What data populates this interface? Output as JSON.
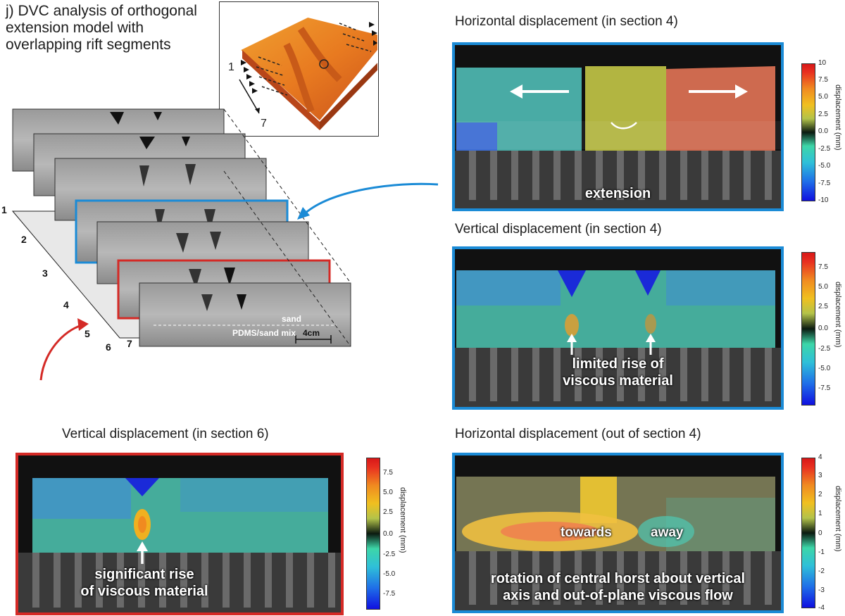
{
  "title": "j) DVC analysis of orthogonal extension model with overlapping rift segments",
  "inset": {
    "label_start": "1",
    "label_end": "7"
  },
  "block": {
    "section_numbers": [
      "1",
      "2",
      "3",
      "4",
      "5",
      "6",
      "7"
    ],
    "sand_label": "sand",
    "mix_label": "PDMS/sand mix",
    "scale_label": "4cm"
  },
  "panels": {
    "h_in4": {
      "title": "Horizontal displacement (in section 4)",
      "overlay": "extension",
      "colorbar": {
        "unit": "displacement (mm)",
        "ticks": [
          "10",
          "7.5",
          "5.0",
          "2.5",
          "0.0",
          "-2.5",
          "-5.0",
          "-7.5",
          "-10"
        ]
      }
    },
    "v_in4": {
      "title": "Vertical displacement (in section 4)",
      "overlay_line1": "limited rise of",
      "overlay_line2": "viscous material",
      "colorbar": {
        "unit": "displacement (mm)",
        "ticks": [
          "7.5",
          "5.0",
          "2.5",
          "0.0",
          "-2.5",
          "-5.0",
          "-7.5"
        ]
      }
    },
    "v_in6": {
      "title": "Vertical displacement (in section 6)",
      "overlay_line1": "significant rise",
      "overlay_line2": "of viscous material",
      "colorbar": {
        "unit": "displacement (mm)",
        "ticks": [
          "7.5",
          "5.0",
          "2.5",
          "0.0",
          "-2.5",
          "-5.0",
          "-7.5"
        ]
      }
    },
    "h_out4": {
      "title": "Horizontal displacement (out of section 4)",
      "overlay_towards": "towards",
      "overlay_away": "away",
      "overlay_line1": "rotation of central horst about vertical",
      "overlay_line2": "axis and out-of-plane viscous flow",
      "colorbar": {
        "unit": "displacement (mm)",
        "ticks": [
          "4",
          "3",
          "2",
          "1",
          "0",
          "-1",
          "-2",
          "-3",
          "-4"
        ]
      }
    }
  },
  "colors": {
    "blue_frame": "#1b8bd6",
    "red_frame": "#d42a26"
  }
}
